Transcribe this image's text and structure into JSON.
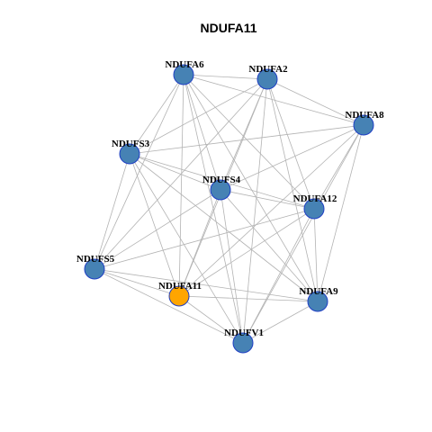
{
  "title": "NDUFA11",
  "colors": {
    "default_node": "#4682b4",
    "focus_node": "#ffa500",
    "node_border": "#1f3fc4",
    "edge": "#b3b3b3"
  },
  "nodes": [
    {
      "id": "NDUFA6",
      "label": "NDUFA6",
      "focus": false
    },
    {
      "id": "NDUFA2",
      "label": "NDUFA2",
      "focus": false
    },
    {
      "id": "NDUFA8",
      "label": "NDUFA8",
      "focus": false
    },
    {
      "id": "NDUFS3",
      "label": "NDUFS3",
      "focus": false
    },
    {
      "id": "NDUFS4",
      "label": "NDUFS4",
      "focus": false
    },
    {
      "id": "NDUFA12",
      "label": "NDUFA12",
      "focus": false
    },
    {
      "id": "NDUFS5",
      "label": "NDUFS5",
      "focus": false
    },
    {
      "id": "NDUFA11",
      "label": "NDUFA11",
      "focus": true
    },
    {
      "id": "NDUFA9",
      "label": "NDUFA9",
      "focus": false
    },
    {
      "id": "NDUFV1",
      "label": "NDUFV1",
      "focus": false
    }
  ],
  "edges": [
    [
      "NDUFA6",
      "NDUFA2"
    ],
    [
      "NDUFA6",
      "NDUFA8"
    ],
    [
      "NDUFA6",
      "NDUFS3"
    ],
    [
      "NDUFA6",
      "NDUFS4"
    ],
    [
      "NDUFA6",
      "NDUFA12"
    ],
    [
      "NDUFA6",
      "NDUFS5"
    ],
    [
      "NDUFA6",
      "NDUFA11"
    ],
    [
      "NDUFA6",
      "NDUFA9"
    ],
    [
      "NDUFA6",
      "NDUFV1"
    ],
    [
      "NDUFA2",
      "NDUFA8"
    ],
    [
      "NDUFA2",
      "NDUFS3"
    ],
    [
      "NDUFA2",
      "NDUFS4"
    ],
    [
      "NDUFA2",
      "NDUFA12"
    ],
    [
      "NDUFA2",
      "NDUFS5"
    ],
    [
      "NDUFA2",
      "NDUFA11"
    ],
    [
      "NDUFA2",
      "NDUFA9"
    ],
    [
      "NDUFA2",
      "NDUFV1"
    ],
    [
      "NDUFA8",
      "NDUFS3"
    ],
    [
      "NDUFA8",
      "NDUFS4"
    ],
    [
      "NDUFA8",
      "NDUFA12"
    ],
    [
      "NDUFA8",
      "NDUFA11"
    ],
    [
      "NDUFA8",
      "NDUFA9"
    ],
    [
      "NDUFA8",
      "NDUFV1"
    ],
    [
      "NDUFS3",
      "NDUFS4"
    ],
    [
      "NDUFS3",
      "NDUFA12"
    ],
    [
      "NDUFS3",
      "NDUFS5"
    ],
    [
      "NDUFS3",
      "NDUFA11"
    ],
    [
      "NDUFS3",
      "NDUFA9"
    ],
    [
      "NDUFS3",
      "NDUFV1"
    ],
    [
      "NDUFS4",
      "NDUFA12"
    ],
    [
      "NDUFS4",
      "NDUFS5"
    ],
    [
      "NDUFS4",
      "NDUFA11"
    ],
    [
      "NDUFS4",
      "NDUFA9"
    ],
    [
      "NDUFS4",
      "NDUFV1"
    ],
    [
      "NDUFA12",
      "NDUFS5"
    ],
    [
      "NDUFA12",
      "NDUFA11"
    ],
    [
      "NDUFA12",
      "NDUFA9"
    ],
    [
      "NDUFA12",
      "NDUFV1"
    ],
    [
      "NDUFS5",
      "NDUFA11"
    ],
    [
      "NDUFS5",
      "NDUFA9"
    ],
    [
      "NDUFS5",
      "NDUFV1"
    ],
    [
      "NDUFA11",
      "NDUFA9"
    ],
    [
      "NDUFA11",
      "NDUFV1"
    ],
    [
      "NDUFA9",
      "NDUFV1"
    ]
  ]
}
